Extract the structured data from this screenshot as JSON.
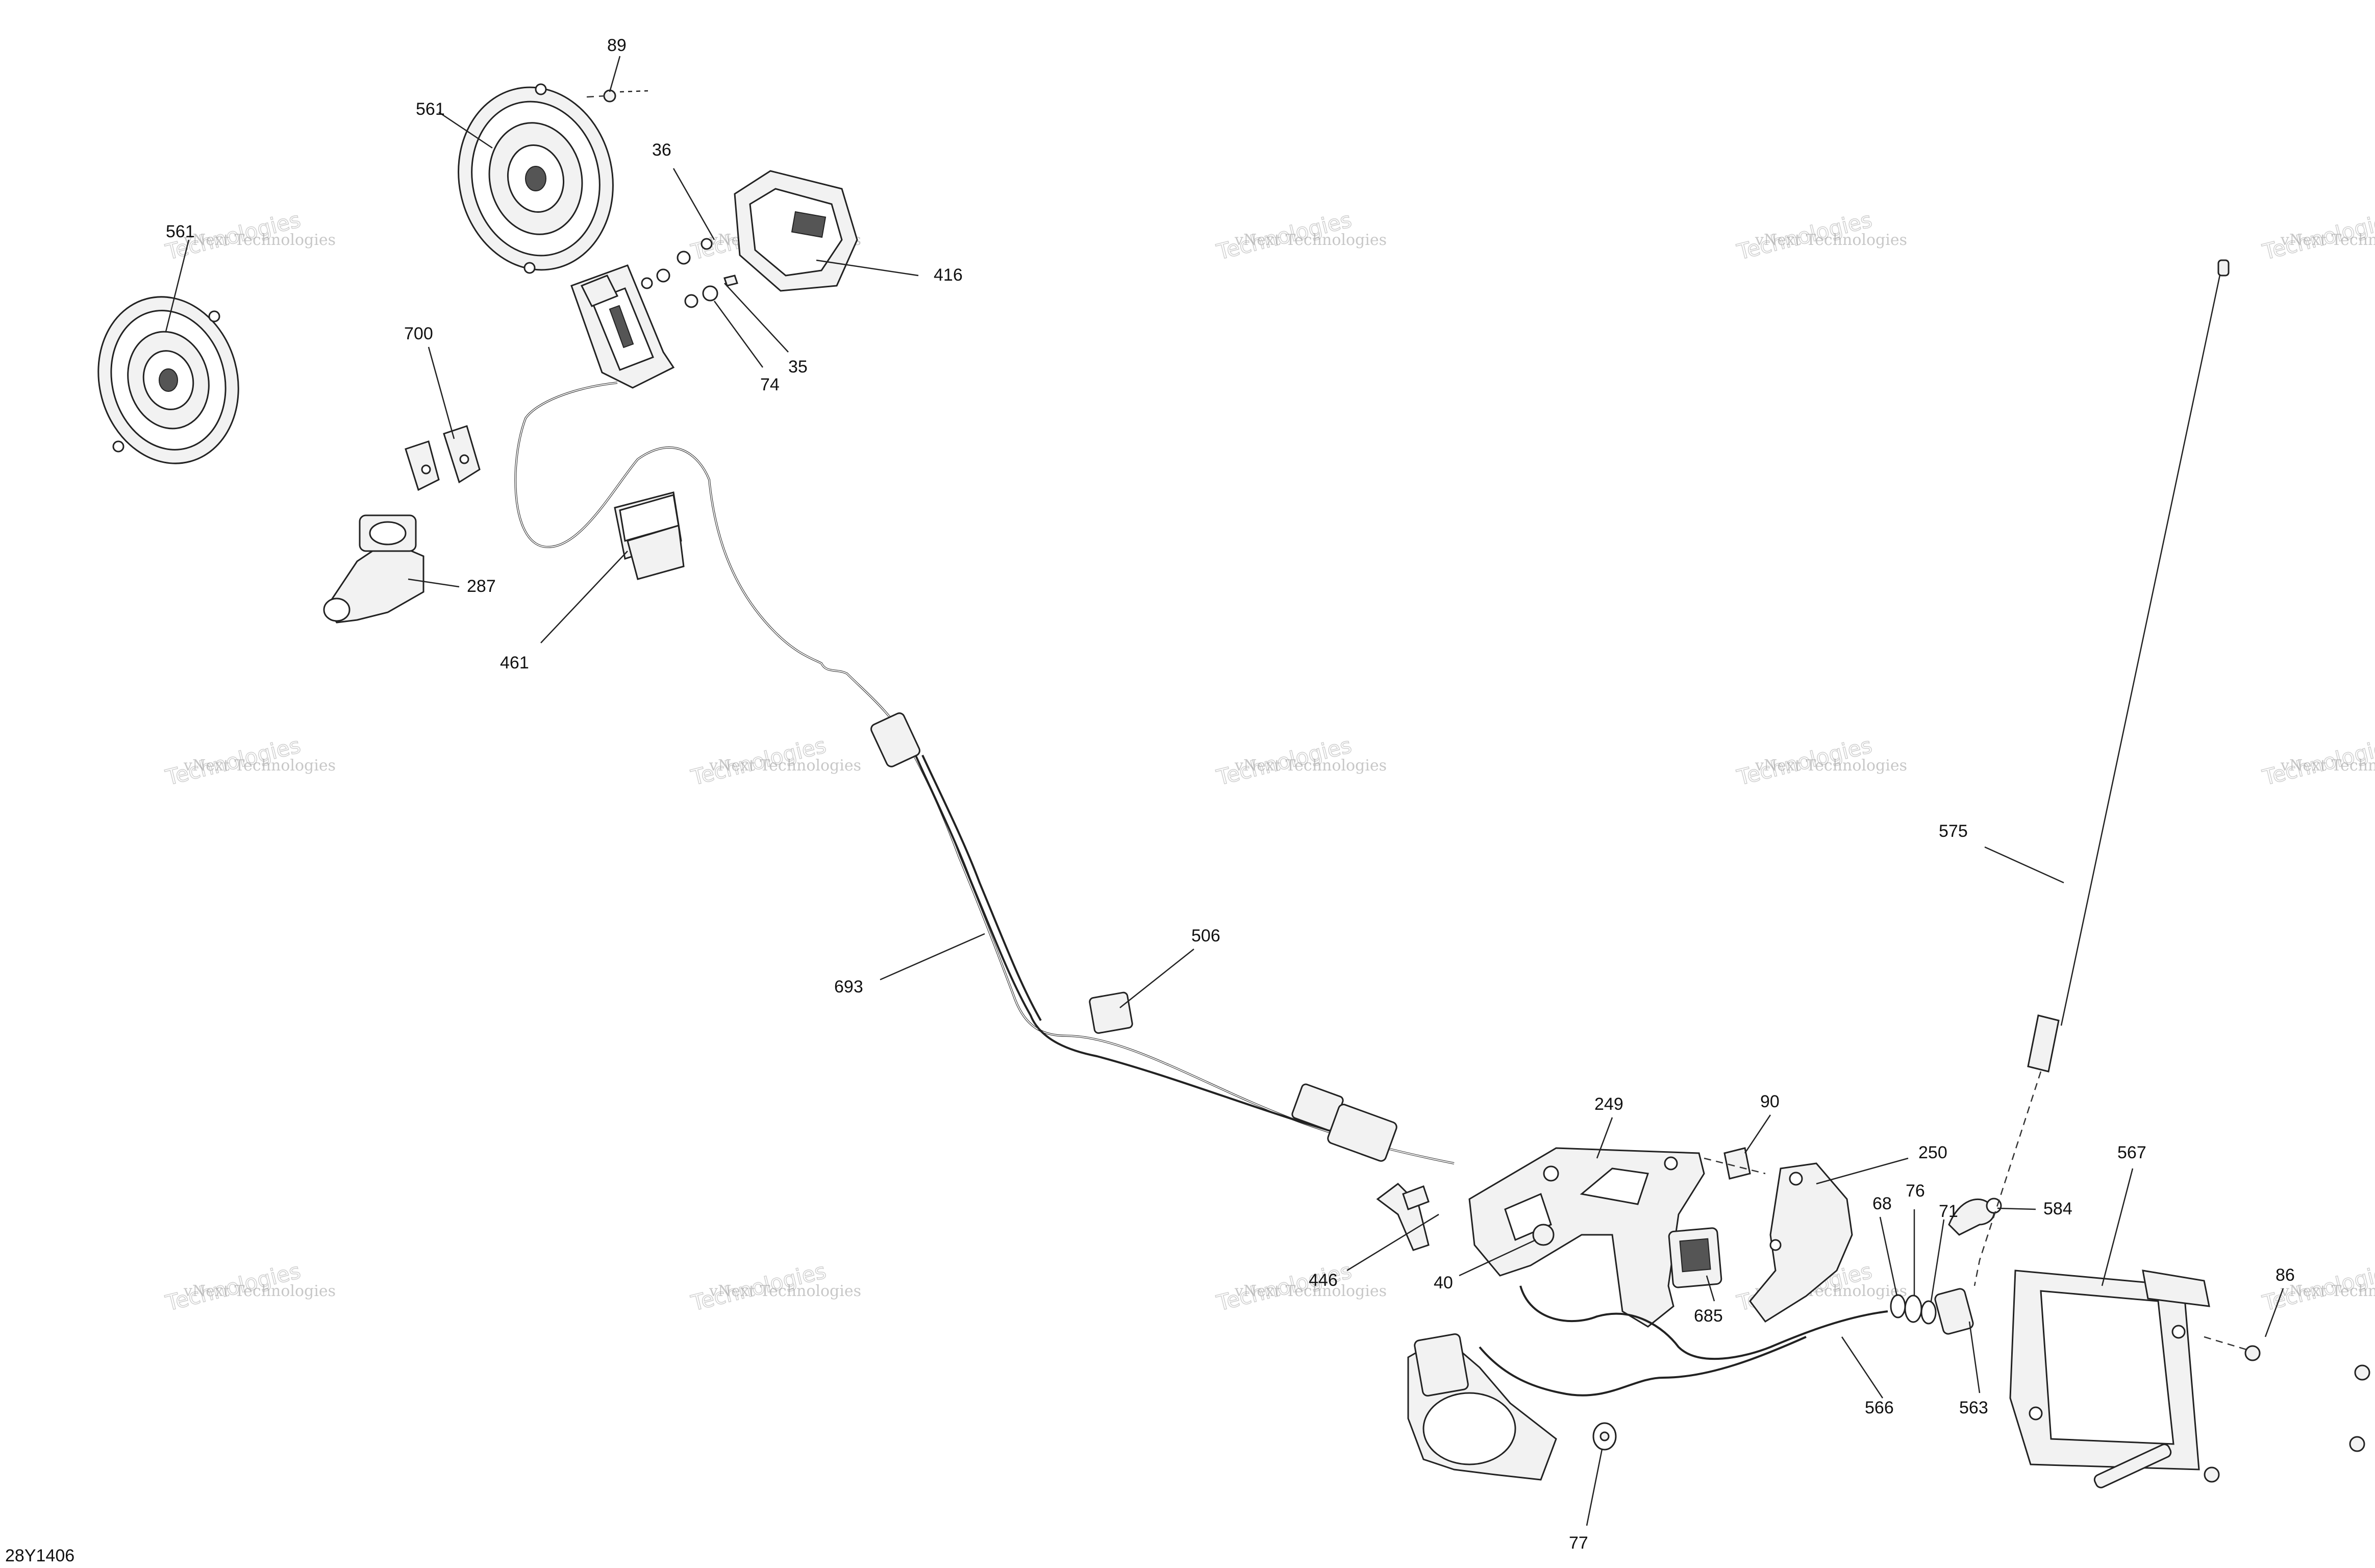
{
  "figure_ref": "28Y1406",
  "watermark": {
    "line1": "vNext Technologies",
    "line2": "vNext",
    "line3": "Technologies"
  },
  "callouts": {
    "c89": "89",
    "c561a": "561",
    "c561b": "561",
    "c36": "36",
    "c416": "416",
    "c35": "35",
    "c74": "74",
    "c700": "700",
    "c287": "287",
    "c461": "461",
    "c693": "693",
    "c506": "506",
    "c575": "575",
    "c249": "249",
    "c90": "90",
    "c250": "250",
    "c567": "567",
    "c68": "68",
    "c76": "76",
    "c71": "71",
    "c584": "584",
    "c446": "446",
    "c40": "40",
    "c685": "685",
    "c566": "566",
    "c563": "563",
    "c86": "86",
    "c77": "77"
  }
}
